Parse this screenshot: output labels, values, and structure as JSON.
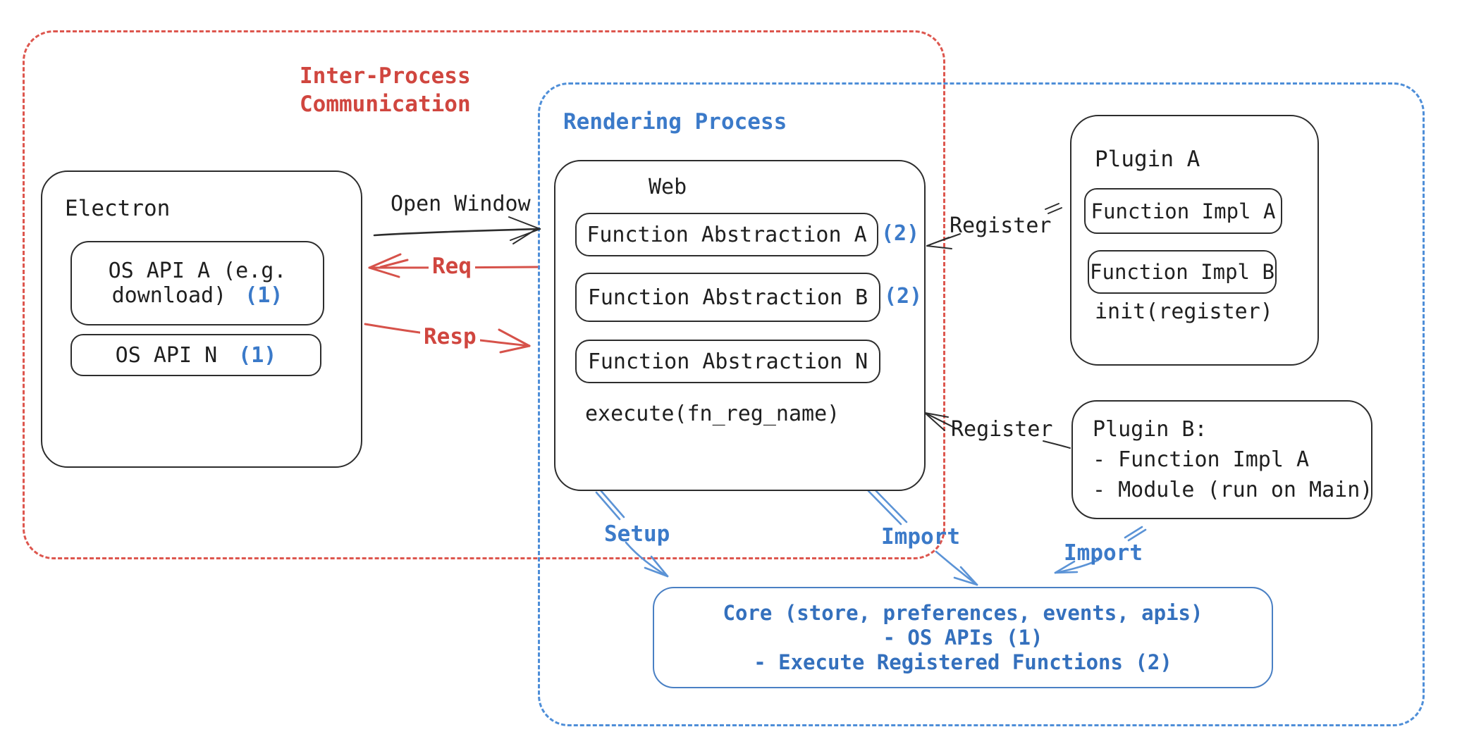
{
  "colors": {
    "red_text": "#d0463f",
    "red_border": "#dd564e",
    "blue_text": "#3b7ac9",
    "blue_border": "#4e8ed8",
    "core_blue": "#3470bd",
    "ink": "#2d2d2d"
  },
  "regions": {
    "ipc": {
      "label_line1": "Inter-Process",
      "label_line2": "Communication"
    },
    "rendering": {
      "label": "Rendering Process"
    }
  },
  "electron": {
    "title": "Electron",
    "api_a_line1": "OS API A (e.g.",
    "api_a_line2": "download)",
    "api_a_ref": "(1)",
    "api_n_label": "OS API N",
    "api_n_ref": "(1)"
  },
  "web": {
    "title": "Web",
    "abstraction_a": "Function Abstraction A",
    "abstraction_a_ref": "(2)",
    "abstraction_b": "Function Abstraction B",
    "abstraction_b_ref": "(2)",
    "abstraction_n": "Function Abstraction N",
    "execute_label": "execute(fn_reg_name)"
  },
  "plugin_a": {
    "title": "Plugin A",
    "impl_a": "Function Impl A",
    "impl_b": "Function Impl B",
    "init_label": "init(register)"
  },
  "plugin_b": {
    "line1": "Plugin B:",
    "line2": "- Function Impl A",
    "line3": "- Module (run on Main)"
  },
  "core": {
    "line1": "Core (store, preferences, events, apis)",
    "line2": "- OS APIs (1)",
    "line3": "- Execute Registered Functions (2)"
  },
  "labels": {
    "open_window": "Open Window",
    "req": "Req",
    "resp": "Resp",
    "register_plugin_a": "Register",
    "register_plugin_b": "Register",
    "setup": "Setup",
    "import_core": "Import",
    "import_plugin_b": "Import"
  }
}
